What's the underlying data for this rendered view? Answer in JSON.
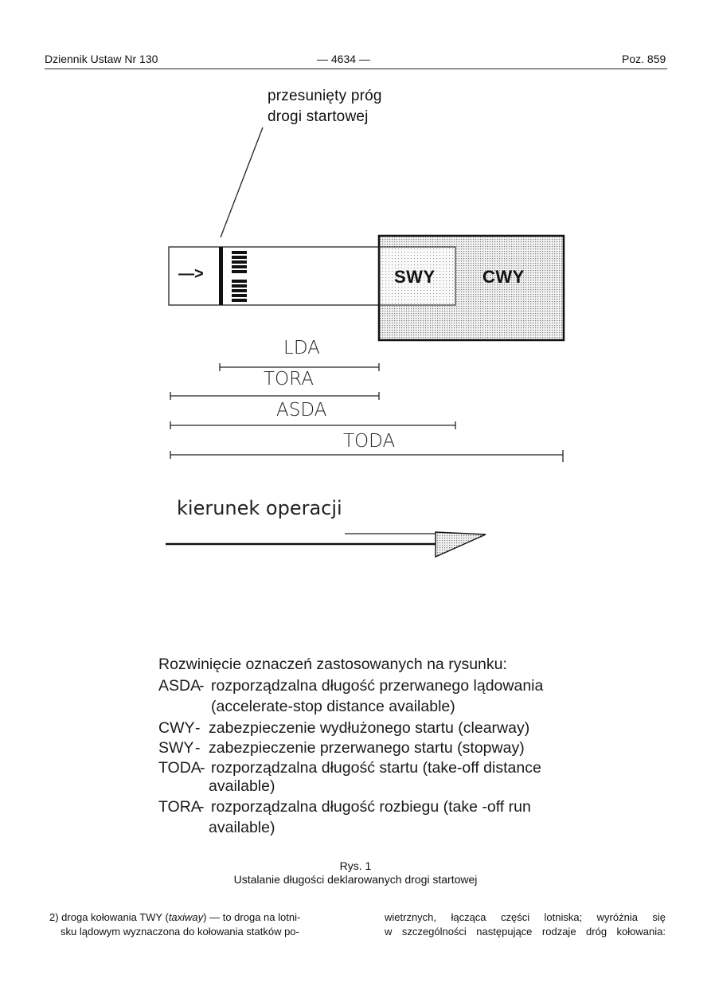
{
  "header": {
    "left": "Dziennik Ustaw Nr 130",
    "center": "— 4634 —",
    "right": "Poz. 859"
  },
  "figure": {
    "threshold_label": [
      "przesunięty próg",
      "drogi startowej"
    ],
    "arrow_glyph": "—>",
    "swy": "SWY",
    "cwy": "CWY",
    "distances": [
      "LDA",
      "TORA",
      "ASDA",
      "TODA"
    ],
    "direction_label": "kierunek operacji"
  },
  "legend": {
    "heading": "Rozwinięcie oznaczeń zastosowanych na rysunku:",
    "items": [
      {
        "abbr": "ASDA",
        "text": "rozporządzalna długość przerwanego lądowania",
        "cont": "(accelerate-stop distance available)"
      },
      {
        "abbr": "CWY",
        "text": "zabezpieczenie wydłużonego startu (clearway)"
      },
      {
        "abbr": "SWY",
        "text": "zabezpieczenie przerwanego startu (stopway)"
      },
      {
        "abbr": "TODA",
        "text": "rozporządzalna długość startu (take-off distance",
        "cont": "available)"
      },
      {
        "abbr": "TORA",
        "text": "rozporządzalna długość rozbiegu (take -off run",
        "cont": "available)"
      }
    ]
  },
  "caption": {
    "label": "Rys. 1",
    "title": "Ustalanie długości deklarowanych drogi startowej"
  },
  "body": {
    "left_pre": "2) droga kołowania TWY (",
    "left_italic": "taxiway",
    "left_post": ") — to droga na lotni-",
    "left_line2": "sku lądowym wyznaczona do kołowania statków po-",
    "right_line1": "wietrznych, łącząca części lotniska; wyróżnia się",
    "right_line2": "w szczególności następujące rodzaje dróg kołowania:"
  }
}
